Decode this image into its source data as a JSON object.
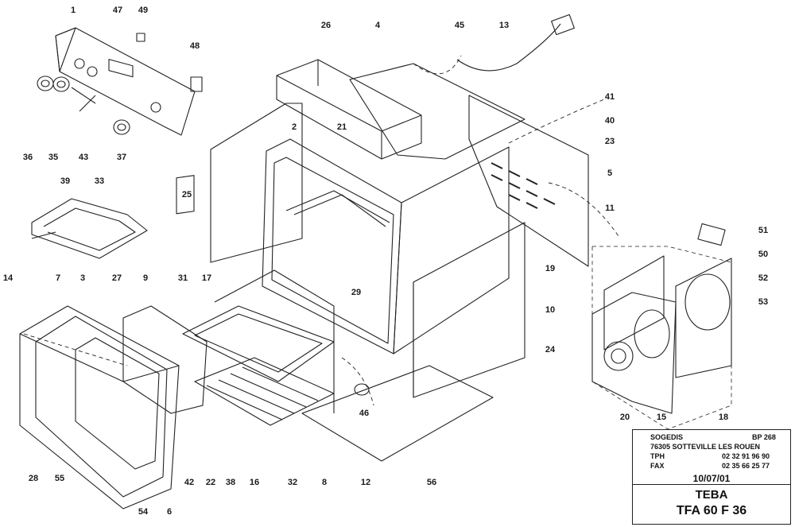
{
  "diagram": {
    "part_numbers": [
      "1",
      "47",
      "49",
      "26",
      "4",
      "45",
      "13",
      "48",
      "41",
      "40",
      "23",
      "2",
      "21",
      "5",
      "36",
      "35",
      "43",
      "37",
      "39",
      "33",
      "25",
      "11",
      "19",
      "51",
      "50",
      "52",
      "53",
      "14",
      "7",
      "3",
      "27",
      "9",
      "31",
      "17",
      "29",
      "10",
      "24",
      "28",
      "55",
      "42",
      "22",
      "38",
      "16",
      "32",
      "8",
      "12",
      "56",
      "46",
      "54",
      "6",
      "20",
      "15",
      "18"
    ]
  },
  "title_block": {
    "company": "SOGEDIS",
    "bp": "BP 268",
    "city": "76305  SOTTEVILLE LES ROUEN",
    "tph_label": "TPH",
    "tph_value": "02 32 91 96 90",
    "fax_label": "FAX",
    "fax_value": "02 35 66 25 77",
    "date": "10/07/01",
    "brand": "TEBA",
    "model": "TFA 60 F 36"
  }
}
